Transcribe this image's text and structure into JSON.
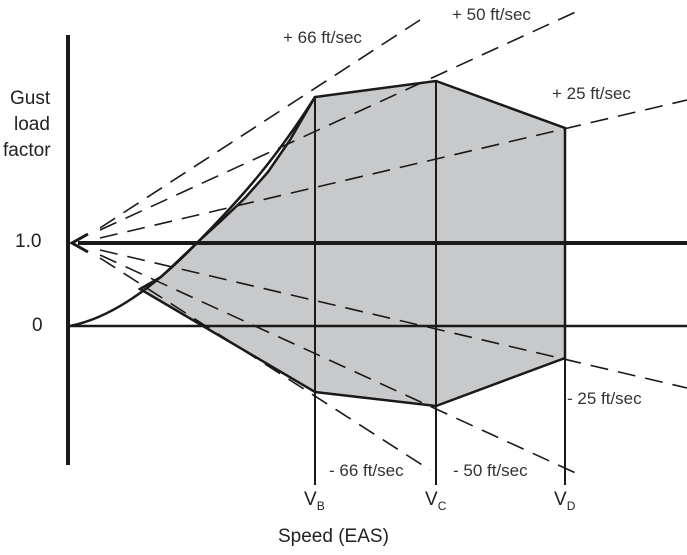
{
  "y_axis_label": [
    "Gust",
    "load",
    "factor"
  ],
  "x_axis_label": "Speed (EAS)",
  "y_ticks": {
    "one": "1.0",
    "zero": "0"
  },
  "speeds": [
    {
      "main": "V",
      "sub": "B"
    },
    {
      "main": "V",
      "sub": "C"
    },
    {
      "main": "V",
      "sub": "D"
    }
  ],
  "gust_lines": {
    "pos66": "+ 66 ft/sec",
    "pos50": "+ 50 ft/sec",
    "pos25": "+ 25 ft/sec",
    "neg25": "- 25 ft/sec",
    "neg66": "- 66 ft/sec",
    "neg50": "- 50 ft/sec"
  },
  "colors": {
    "envelope_fill": "#c8c9cb",
    "line": "#1a1a1a"
  }
}
